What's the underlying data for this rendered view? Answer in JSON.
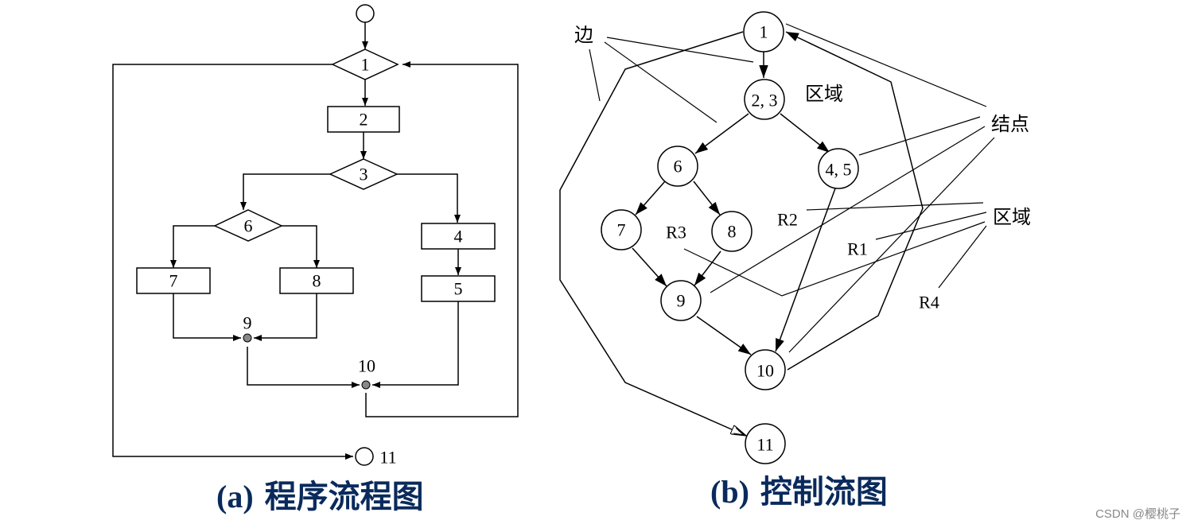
{
  "flowchart": {
    "title_prefix": "(a)",
    "title": "程序流程图",
    "nodes": {
      "n1": "1",
      "n2": "2",
      "n3": "3",
      "n4": "4",
      "n5": "5",
      "n6": "6",
      "n7": "7",
      "n8": "8",
      "n9": "9",
      "n10": "10",
      "n11": "11"
    }
  },
  "control_flow_graph": {
    "title_prefix": "(b)",
    "title": "控制流图",
    "nodes": {
      "n1": "1",
      "n23": "2, 3",
      "n45": "4, 5",
      "n6": "6",
      "n7": "7",
      "n8": "8",
      "n9": "9",
      "n10": "10",
      "n11": "11"
    },
    "annotations": {
      "edge": "边",
      "region_top": "区域",
      "node": "结点",
      "region": "区域"
    },
    "regions": {
      "r1": "R1",
      "r2": "R2",
      "r3": "R3",
      "r4": "R4"
    }
  },
  "watermark": "CSDN @樱桃子"
}
